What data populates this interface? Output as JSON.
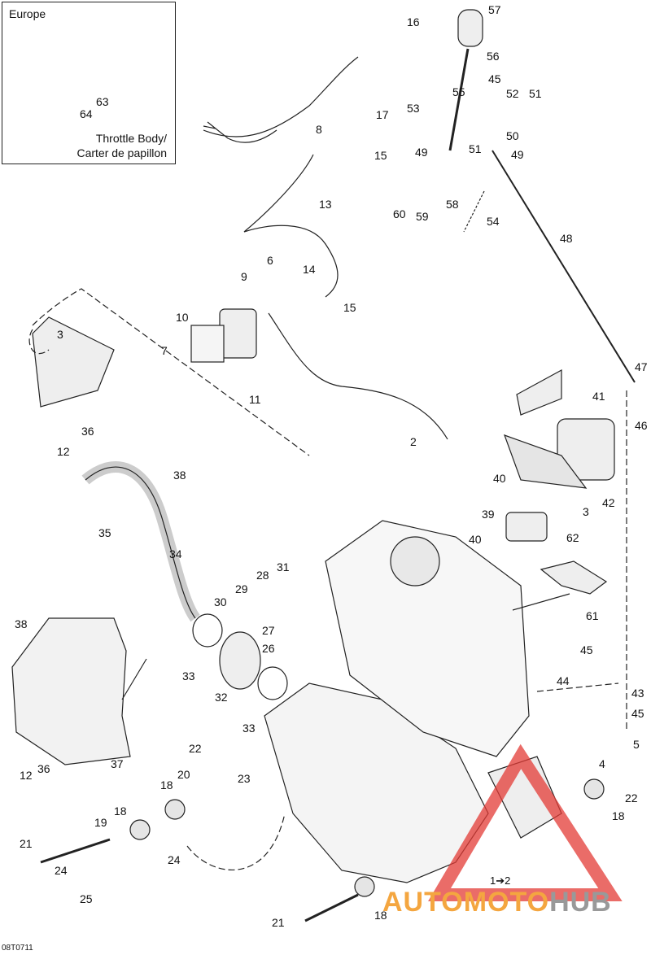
{
  "inset": {
    "region": "Europe",
    "caption_en": "Throttle Body/",
    "caption_fr": "Carter de papillon"
  },
  "drawing_code": "08T0711",
  "ratio_label": "1➔2",
  "watermark": {
    "part1": "AUTOMOTO",
    "part2": "HUB",
    "accent_color": "#f4a640",
    "triangle_color": "#e33b35"
  },
  "callouts": [
    {
      "id": "c57",
      "text": "57"
    },
    {
      "id": "c16",
      "text": "16"
    },
    {
      "id": "c56",
      "text": "56"
    },
    {
      "id": "c45a",
      "text": "45"
    },
    {
      "id": "c55",
      "text": "55"
    },
    {
      "id": "c52",
      "text": "52"
    },
    {
      "id": "c51a",
      "text": "51"
    },
    {
      "id": "c53",
      "text": "53"
    },
    {
      "id": "c17",
      "text": "17"
    },
    {
      "id": "c50",
      "text": "50"
    },
    {
      "id": "c8",
      "text": "8"
    },
    {
      "id": "c51b",
      "text": "51"
    },
    {
      "id": "c49a",
      "text": "49"
    },
    {
      "id": "c49b",
      "text": "49"
    },
    {
      "id": "c15a",
      "text": "15"
    },
    {
      "id": "c13",
      "text": "13"
    },
    {
      "id": "c58",
      "text": "58"
    },
    {
      "id": "c60",
      "text": "60"
    },
    {
      "id": "c59",
      "text": "59"
    },
    {
      "id": "c54",
      "text": "54"
    },
    {
      "id": "c48",
      "text": "48"
    },
    {
      "id": "c6",
      "text": "6"
    },
    {
      "id": "c14",
      "text": "14"
    },
    {
      "id": "c9",
      "text": "9"
    },
    {
      "id": "c15b",
      "text": "15"
    },
    {
      "id": "c10",
      "text": "10"
    },
    {
      "id": "c3a",
      "text": "3"
    },
    {
      "id": "c7",
      "text": "7"
    },
    {
      "id": "c47",
      "text": "47"
    },
    {
      "id": "c41",
      "text": "41"
    },
    {
      "id": "c11",
      "text": "11"
    },
    {
      "id": "c46",
      "text": "46"
    },
    {
      "id": "c36a",
      "text": "36"
    },
    {
      "id": "c12a",
      "text": "12"
    },
    {
      "id": "c2",
      "text": "2"
    },
    {
      "id": "c38a",
      "text": "38"
    },
    {
      "id": "c40a",
      "text": "40"
    },
    {
      "id": "c42",
      "text": "42"
    },
    {
      "id": "c3b",
      "text": "3"
    },
    {
      "id": "c39",
      "text": "39"
    },
    {
      "id": "c35",
      "text": "35"
    },
    {
      "id": "c34",
      "text": "34"
    },
    {
      "id": "c40b",
      "text": "40"
    },
    {
      "id": "c62",
      "text": "62"
    },
    {
      "id": "c31",
      "text": "31"
    },
    {
      "id": "c28",
      "text": "28"
    },
    {
      "id": "c29",
      "text": "29"
    },
    {
      "id": "c30",
      "text": "30"
    },
    {
      "id": "c61",
      "text": "61"
    },
    {
      "id": "c38b",
      "text": "38"
    },
    {
      "id": "c27",
      "text": "27"
    },
    {
      "id": "c26",
      "text": "26"
    },
    {
      "id": "c45b",
      "text": "45"
    },
    {
      "id": "c33a",
      "text": "33"
    },
    {
      "id": "c32",
      "text": "32"
    },
    {
      "id": "c44",
      "text": "44"
    },
    {
      "id": "c43",
      "text": "43"
    },
    {
      "id": "c45c",
      "text": "45"
    },
    {
      "id": "c33b",
      "text": "33"
    },
    {
      "id": "c5",
      "text": "5"
    },
    {
      "id": "c22a",
      "text": "22"
    },
    {
      "id": "c12b",
      "text": "12"
    },
    {
      "id": "c36b",
      "text": "36"
    },
    {
      "id": "c37",
      "text": "37"
    },
    {
      "id": "c4",
      "text": "4"
    },
    {
      "id": "c20",
      "text": "20"
    },
    {
      "id": "c23",
      "text": "23"
    },
    {
      "id": "c22b",
      "text": "22"
    },
    {
      "id": "c18a",
      "text": "18"
    },
    {
      "id": "c18b",
      "text": "18"
    },
    {
      "id": "c18c",
      "text": "18"
    },
    {
      "id": "c19",
      "text": "19"
    },
    {
      "id": "c21a",
      "text": "21"
    },
    {
      "id": "c24a",
      "text": "24"
    },
    {
      "id": "c24b",
      "text": "24"
    },
    {
      "id": "c25",
      "text": "25"
    },
    {
      "id": "c21b",
      "text": "21"
    },
    {
      "id": "c18d",
      "text": "18"
    },
    {
      "id": "c63",
      "text": "63"
    },
    {
      "id": "c64",
      "text": "64"
    }
  ]
}
